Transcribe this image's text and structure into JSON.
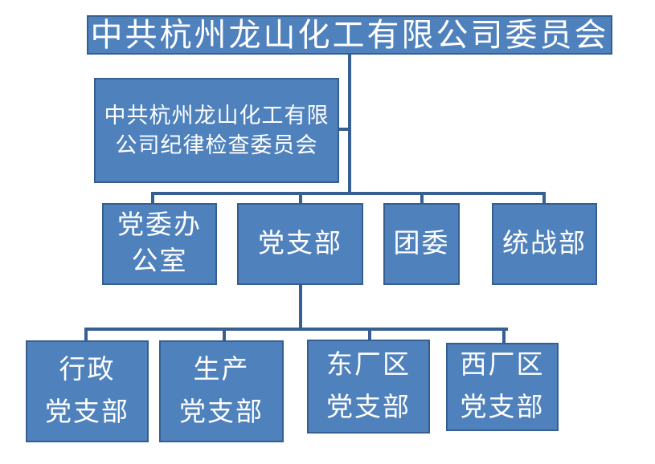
{
  "meta": {
    "type": "org-chart",
    "language": "zh-CN"
  },
  "colors": {
    "box_fill": "#4f81bd",
    "box_border": "#365f91",
    "connector_line": "#376092",
    "text": "#ffffff",
    "background": "#ffffff"
  },
  "org": {
    "root": {
      "lines": [
        "中共杭州龙山化工有限公司委员会"
      ]
    },
    "discipline": {
      "lines": [
        "中共杭州龙山化工有限",
        "公司纪律检查委员会"
      ]
    },
    "party_office": {
      "lines": [
        "党委办",
        "公室"
      ]
    },
    "party_branch": {
      "lines": [
        "党支部"
      ]
    },
    "youth_league": {
      "lines": [
        "团委"
      ]
    },
    "united_front": {
      "lines": [
        "统战部"
      ]
    },
    "admin_branch": {
      "lines": [
        "行政",
        "党支部"
      ]
    },
    "production_branch": {
      "lines": [
        "生产",
        "党支部"
      ]
    },
    "east_plant_branch": {
      "lines": [
        "东厂区",
        "党支部"
      ]
    },
    "west_plant_branch": {
      "lines": [
        "西厂区",
        "党支部"
      ]
    }
  },
  "chart_data": {
    "type": "table",
    "title": "中共杭州龙山化工有限公司委员会 组织结构图",
    "hierarchy": [
      {
        "node": "中共杭州龙山化工有限公司委员会",
        "parent": null
      },
      {
        "node": "中共杭州龙山化工有限公司纪律检查委员会",
        "parent": "中共杭州龙山化工有限公司委员会"
      },
      {
        "node": "党委办公室",
        "parent": "中共杭州龙山化工有限公司委员会"
      },
      {
        "node": "党支部",
        "parent": "中共杭州龙山化工有限公司委员会"
      },
      {
        "node": "团委",
        "parent": "中共杭州龙山化工有限公司委员会"
      },
      {
        "node": "统战部",
        "parent": "中共杭州龙山化工有限公司委员会"
      },
      {
        "node": "行政党支部",
        "parent": "党支部"
      },
      {
        "node": "生产党支部",
        "parent": "党支部"
      },
      {
        "node": "东厂区党支部",
        "parent": "党支部"
      },
      {
        "node": "西厂区党支部",
        "parent": "党支部"
      }
    ]
  }
}
